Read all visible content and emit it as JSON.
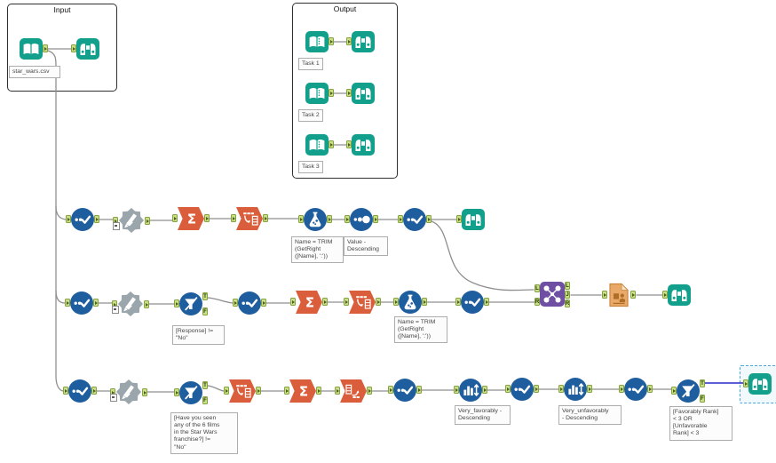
{
  "containers": {
    "input": {
      "title": "Input",
      "annotation": "star_wars.csv"
    },
    "output": {
      "title": "Output",
      "tasks": [
        "Task 1",
        "Task 2",
        "Task 3"
      ]
    }
  },
  "anchor_labels": {
    "t": "T",
    "f": "F",
    "l": "L",
    "j": "J",
    "r": "R"
  },
  "glyphs": {
    "sigma": "Σ"
  },
  "annotations": {
    "row1_formula": "Name = TRIM\n(GetRight\n([Name], ':'))",
    "row1_sort": "Value -\nDescending",
    "row2_filter": "[Response] !=\n\"No\"",
    "row2_formula": "Name = TRIM\n(GetRight\n([Name], ':'))",
    "row3_filter": "[Have you seen\nany of the 6 films\nin the Star Wars\nfranchise?] !=\n\"No\"",
    "row3_sort1": "Very_favorably -\nDescending",
    "row3_sort2": "Very_unfavorably\n- Descending",
    "row3_filter2": "[Favorably Rank]\n< 3 OR\n[Unfavorable\nRank] < 3"
  },
  "icons": {
    "input_data": "open-book-icon",
    "browse": "binoculars-icon",
    "select": "dots-check-icon",
    "text_to_columns": "saw-blade-pencil-icon",
    "summarize": "sigma-icon",
    "transpose": "table-arrow-icon",
    "cross_tab": "grid-arrow-icon",
    "formula": "flask-icon",
    "sample": "three-dots-icon",
    "sort": "bars-updown-arrow-icon",
    "filter": "funnel-icon",
    "join": "molecule-icon",
    "render": "report-page-icon"
  },
  "colors": {
    "teal": "#12a08c",
    "blue": "#1f5e9e",
    "orange": "#db5e3c",
    "purple": "#6f4fa3",
    "saw_gray": "#9aa5ac",
    "anchor_green": "#cbdf8b",
    "wire_gray": "#8f8f8f",
    "selected_wire_blue": "#2929c8",
    "selection_box_blue": "#4da6dd",
    "render_tan": "#e9aa69"
  }
}
